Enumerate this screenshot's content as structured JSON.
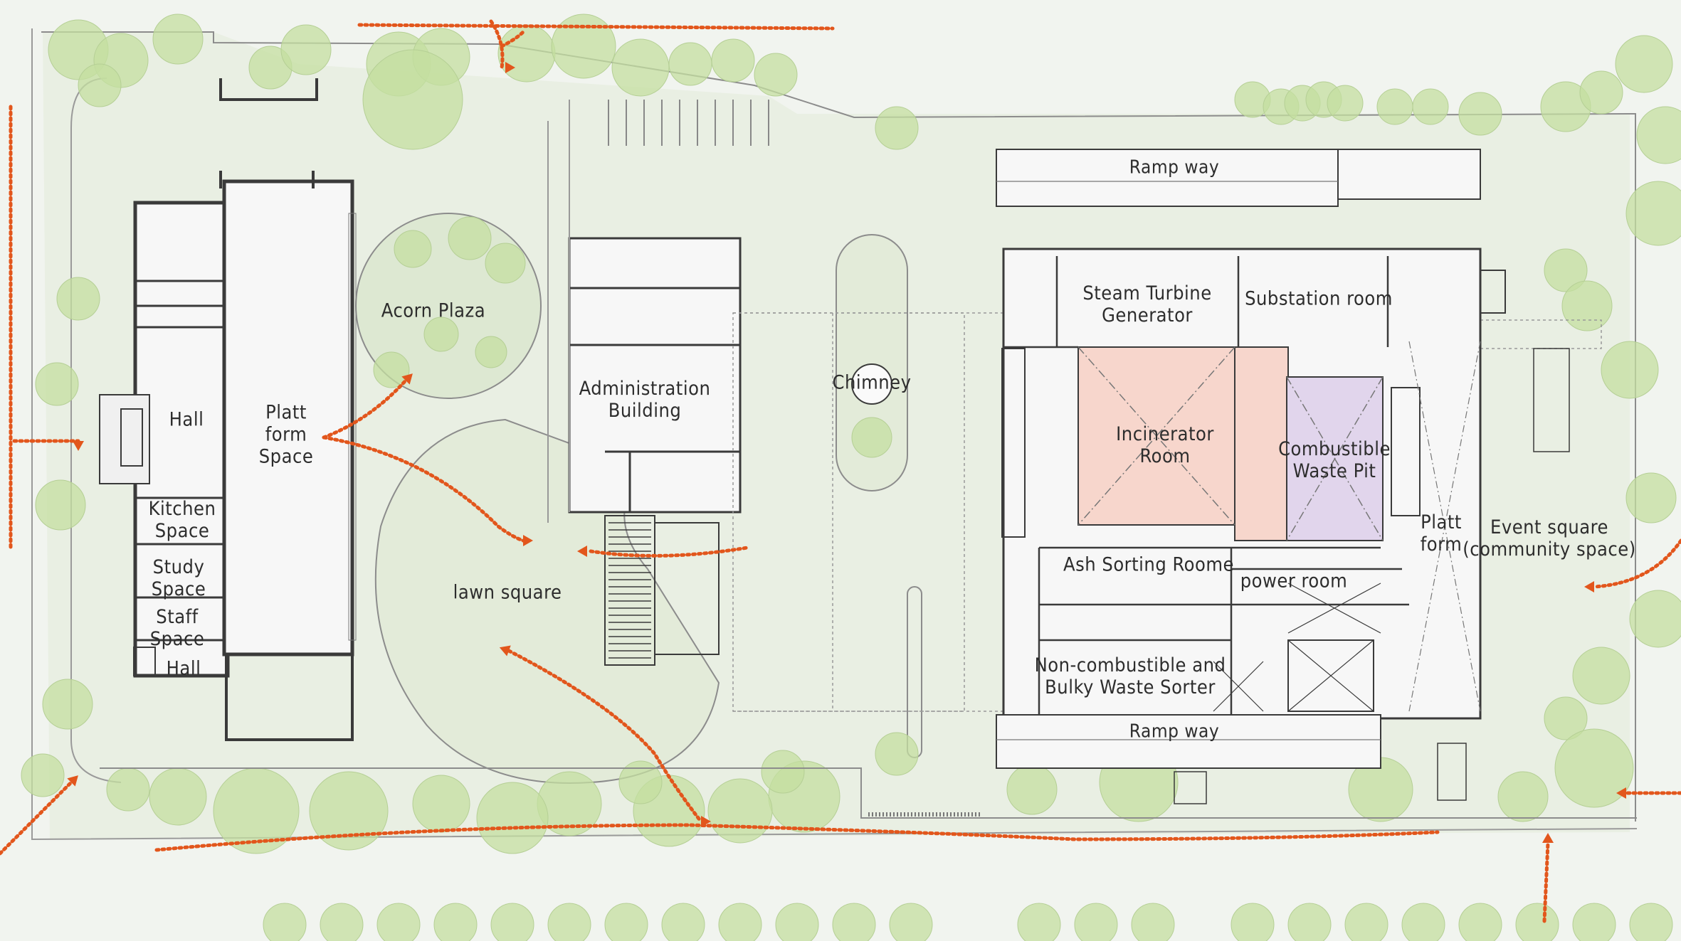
{
  "plan": {
    "colors": {
      "background": "#f1f4ef",
      "ground": "#e9efe3",
      "tree": "#c4dfa0",
      "wall": "#3a3a3a",
      "line": "#8a8a8a",
      "route": "#e2561c",
      "incinerator": "#f7d6cc",
      "pit": "#e1d5ec"
    },
    "labels": {
      "ramp_top": "Ramp way",
      "steam_turbine": "Steam Turbine\nGenerator",
      "substation": "Substation room",
      "acorn_plaza": "Acorn Plaza",
      "administration": "Administration\nBuilding",
      "chimney": "Chimney",
      "hall_top": "Hall",
      "platform_space": "Platt\nform\nSpace",
      "kitchen": "Kitchen\nSpace",
      "study": "Study\nSpace",
      "staff": "Staff\nSpace",
      "hall_bottom": "Hall",
      "incinerator": "Incinerator\nRoom",
      "waste_pit": "Combustible\nWaste Pit",
      "platform_right": "Platt\nform",
      "event_square": "Event square\n(community space)",
      "ash_sorting": "Ash Sorting Roome",
      "power_room": "power room",
      "lawn_square": "lawn square",
      "non_combustible": "Non-combustible and\nBulky Waste Sorter",
      "ramp_bottom": "Ramp way"
    }
  }
}
